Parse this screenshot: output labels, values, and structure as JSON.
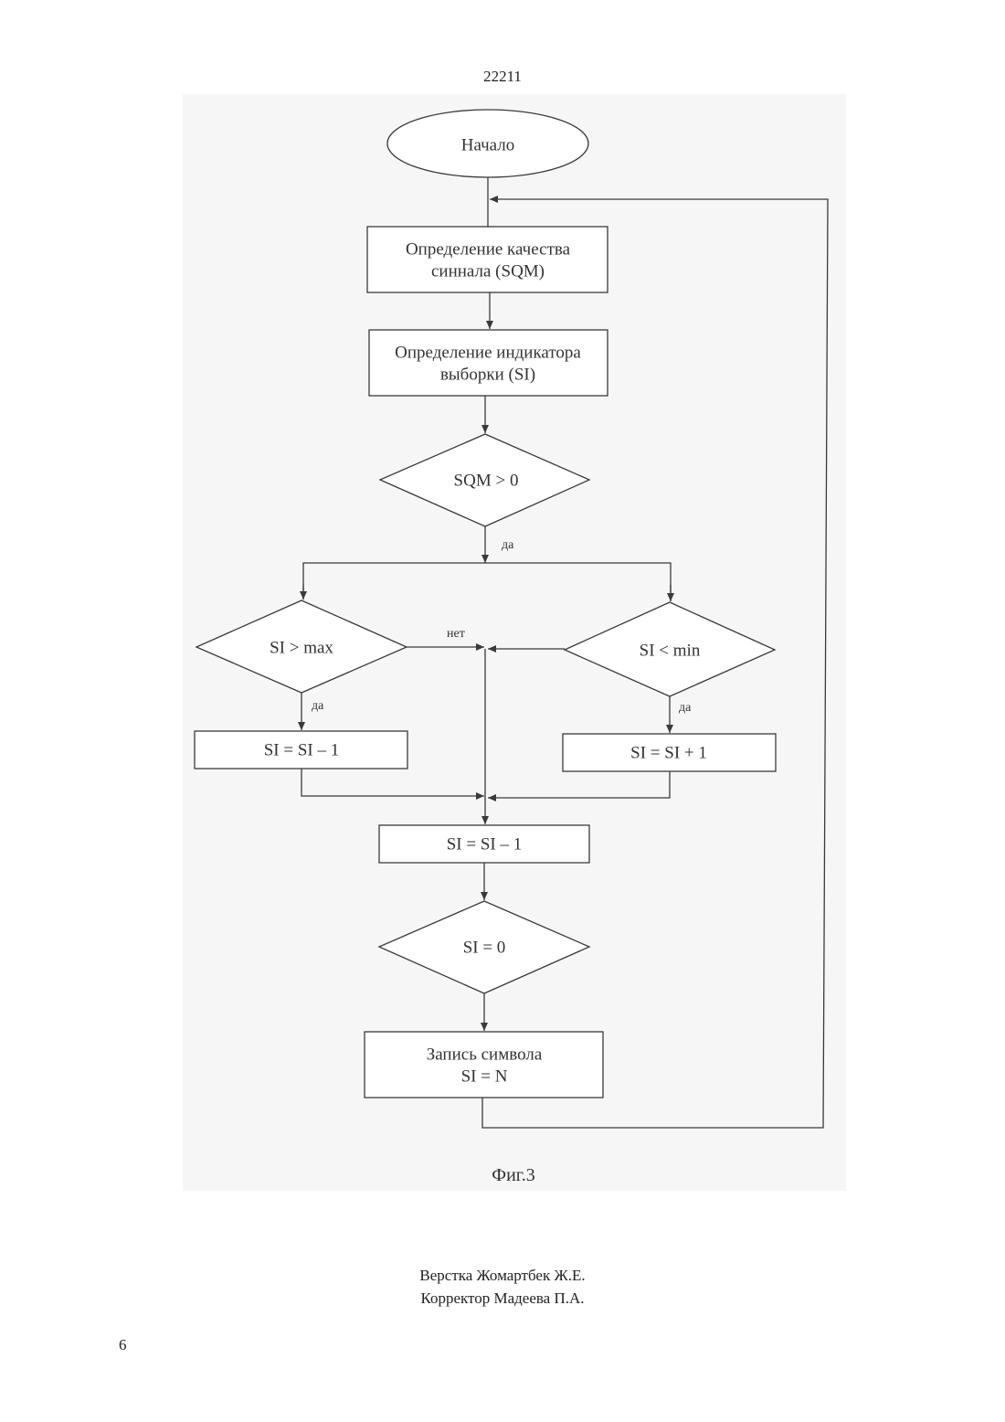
{
  "header": {
    "page_code": "22211"
  },
  "flowchart": {
    "start": "Начало",
    "sqm_box": [
      "Определение качества",
      "синнала (SQM)"
    ],
    "si_box": [
      "Определение индикатора",
      "выборки (SI)"
    ],
    "decision_sqm": "SQM > 0",
    "yes_label_1": "да",
    "decision_max": "SI > max",
    "decision_min": "SI < min",
    "no_label": "нет",
    "yes_label_left": "да",
    "yes_label_right": "да",
    "dec_box": "SI = SI – 1",
    "inc_box": "SI = SI + 1",
    "dec_box_2": "SI = SI – 1",
    "decision_zero": "SI = 0",
    "write_box": [
      "Запись символа",
      "SI = N"
    ],
    "caption": "Фиг.3"
  },
  "footer": {
    "layout": "Верстка Жомартбек Ж.Е.",
    "corrector": "Корректор Мадеева П.А.",
    "page_number": "6"
  }
}
